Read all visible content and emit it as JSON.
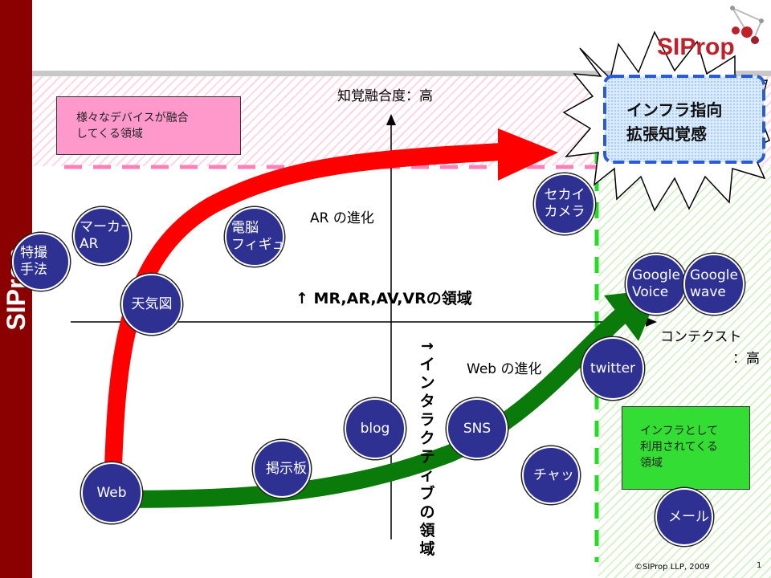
{
  "brand": "SIProp",
  "side_logo": "SIProp",
  "axes": {
    "y_label": "知覚融合度：高",
    "x_label_line1": "コンテクスト",
    "x_label_line2": "：高"
  },
  "regions": {
    "top": "様々なデバイスが融合\nしてくる領域",
    "right": "インフラとして\n利用されてくる\n領域",
    "horizontal": "↑ MR,AR,AV,VRの領域",
    "vertical": "→ インタラクティブの領域"
  },
  "callout": "インフラ指向\n拡張知覚感",
  "evolution": {
    "ar": "AR の進化",
    "web": "Web の進化"
  },
  "nodes": {
    "tokusatsu": "特撮\n手法",
    "marker_ar": "マーカー\nAR",
    "denno": "電脳\nフィギュア",
    "tenkizu": "天気図",
    "sekai_camera": "セカイ\nカメラ",
    "google_voice": "Google\nVoice",
    "google_wave": "Google\nwave",
    "twitter": "twitter",
    "blog": "blog",
    "sns": "SNS",
    "keijiban": "掲示板",
    "chat": "チャット",
    "web": "Web",
    "mail": "メール"
  },
  "footer": {
    "copyright": "©SIProp LLP, 2009",
    "page": "1"
  },
  "colors": {
    "sidebar": "#8b0000",
    "ar_arrow": "#ff0000",
    "web_arrow": "#008000",
    "node": "#2e3192",
    "top_box": "#ff99cc",
    "right_box": "#33dd33",
    "accent_dashed": "#ff66aa"
  }
}
